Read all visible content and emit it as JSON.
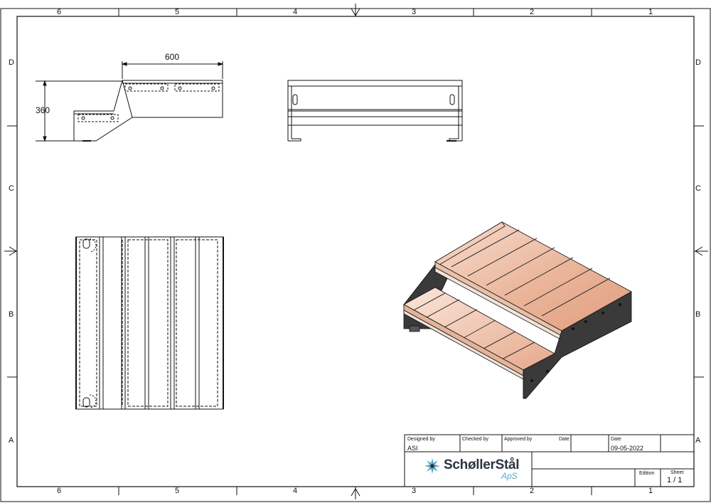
{
  "drawing": {
    "zones": {
      "columns": [
        "6",
        "5",
        "4",
        "3",
        "2",
        "1"
      ],
      "rows": [
        "D",
        "C",
        "B",
        "A"
      ]
    },
    "dimensions": {
      "width": "600",
      "height": "360"
    }
  },
  "title_block": {
    "designed_by_label": "Designed by",
    "designed_by_value": "ASI",
    "checked_by_label": "Checked by",
    "approved_by_label": "Approved by",
    "date_label_1": "Date",
    "date_label_2": "Date",
    "date_value": "09-05-2022",
    "edition_label": "Edition",
    "sheet_label": "Sheet",
    "sheet_value": "1 / 1",
    "logo_text_main": "SchøllerStål",
    "logo_text_sub": "ApS"
  },
  "colors": {
    "line": "#111111",
    "wood_light": "#f6d9c9",
    "wood_dark": "#e5a88b",
    "steel": "#3a3a3a",
    "logo_dark": "#2c3440",
    "logo_accent": "#5aa9c8"
  }
}
